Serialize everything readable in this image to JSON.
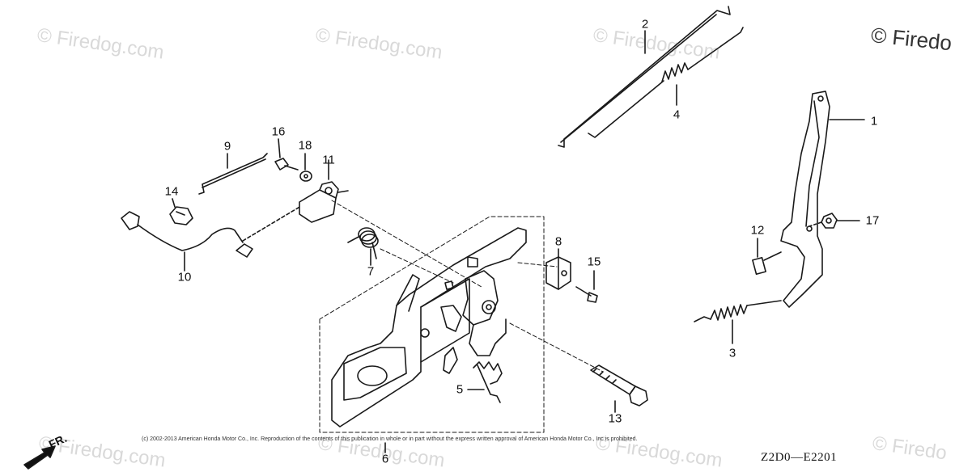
{
  "watermarks": [
    "© Firedog.com",
    "© Firedog.com",
    "© Firedog.com",
    "© Firedo",
    "© Firedog.com",
    "© Firedog.com",
    "© Firedog.com",
    "© Firedo"
  ],
  "part_labels": [
    "1",
    "2",
    "3",
    "4",
    "5",
    "6",
    "7",
    "8",
    "9",
    "10",
    "11",
    "12",
    "13",
    "14",
    "15",
    "16",
    "17",
    "18"
  ],
  "copyright_notice": "(c) 2002-2013 American Honda Motor Co., Inc. Reproduction of the contents of this publication in whole or in part without the express written approval of American Honda Motor Co., Inc is prohibited.",
  "diagram_code": "Z2D0—E2201",
  "front_indicator": "FR.",
  "colors": {
    "line": "#1a1a1a",
    "watermark": "#d9d9d9"
  }
}
